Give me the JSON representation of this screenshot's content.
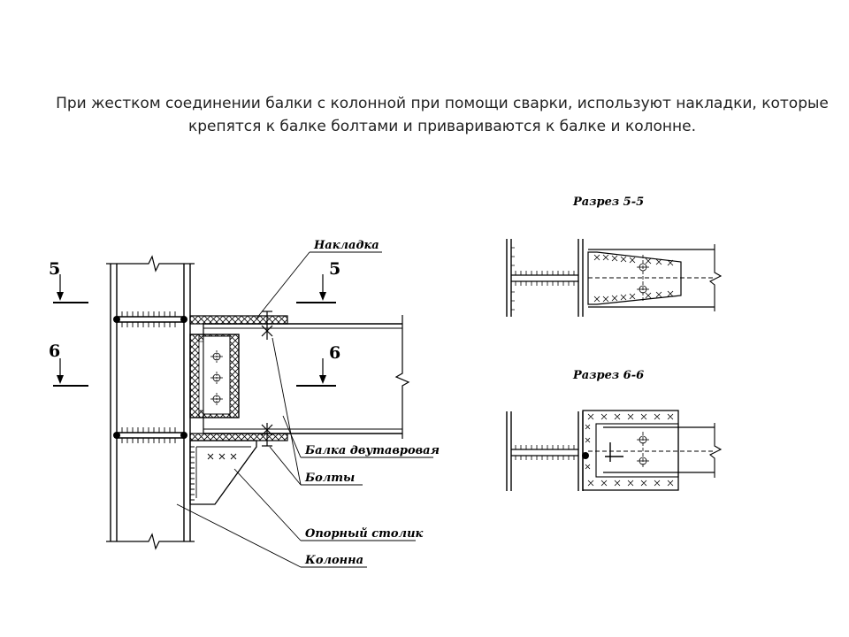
{
  "slide": {
    "text_line1": "При жестком соединении балки с колонной при помощи сварки, используют накладки, которые",
    "text_line2": "крепятся к балке болтами и привариваются к балке и колонне."
  },
  "drawing": {
    "labels": {
      "nakladka": "Накладка",
      "balka": "Балка двутавровая",
      "bolty": "Болты",
      "stolik": "Опорный столик",
      "kolonna": "Колонна"
    },
    "section_marks": {
      "five_left": "5",
      "five_right": "5",
      "six_left": "6",
      "six_right": "6"
    },
    "section_titles": {
      "s55": "Разрез 5-5",
      "s66": "Разрез 6-6"
    }
  },
  "colors": {
    "ink": "#000000",
    "text": "#222222",
    "background": "#ffffff"
  }
}
